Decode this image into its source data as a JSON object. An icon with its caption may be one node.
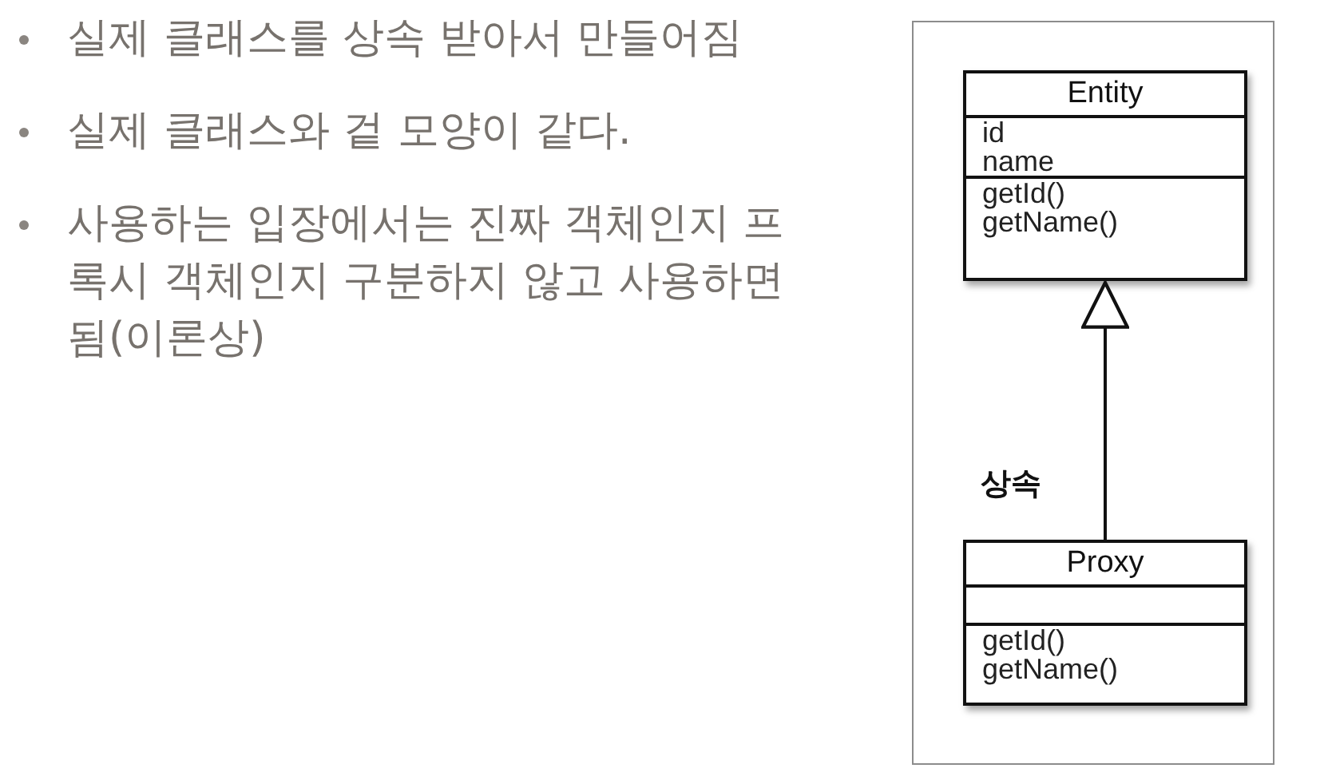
{
  "diagram": {
    "nodes": [
      {
        "text": [],
        "shape": "box"
      },
      {
        "text": [
          "Entity",
          "id",
          "name",
          "getId()",
          "getName()"
        ],
        "in": 0
      },
      {
        "text": [
          "Proxy",
          "getId()",
          "getName()"
        ],
        "in": 0
      }
    ],
    "edges": [
      {
        "from": 2,
        "to": 1,
        "arrow": "to",
        "label": "상속"
      }
    ],
    "labels": [
      "실제 클래스를 상속 받아서 만들어짐",
      "실제 클래스와 겉 모양이 같다.",
      "사용하는 입장에서는 진짜 객체인지 프록시 객체인지 구분하지 않고 사용하면 됨(이론상)"
    ]
  }
}
